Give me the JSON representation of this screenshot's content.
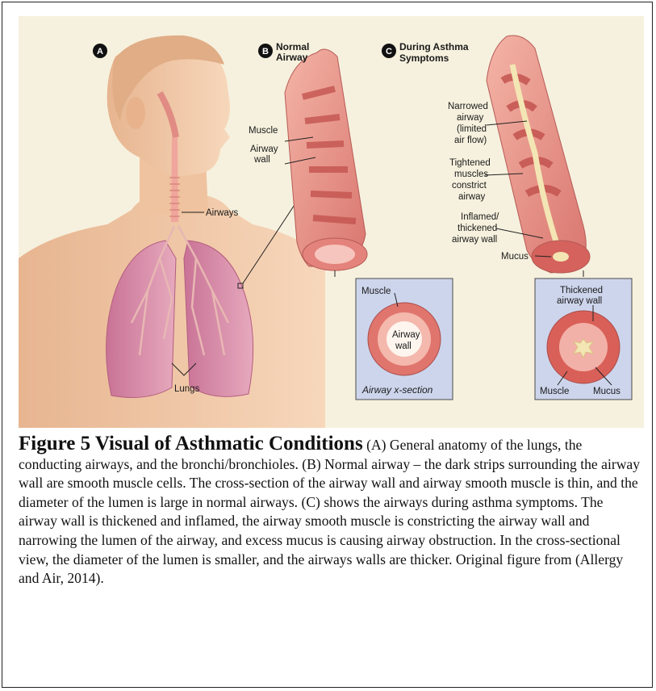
{
  "figure": {
    "badges": {
      "a": "A",
      "b": "B",
      "c": "C"
    },
    "panel_b_title": [
      "Normal",
      "Airway"
    ],
    "panel_c_title": [
      "During Asthma",
      "Symptoms"
    ],
    "labels": {
      "muscle": "Muscle",
      "airway_wall": [
        "Airway",
        "wall"
      ],
      "airways": "Airways",
      "lungs": "Lungs",
      "narrowed": [
        "Narrowed",
        "airway",
        "(limited",
        "air flow)"
      ],
      "tightened": [
        "Tightened",
        "muscles",
        "constrict",
        "airway"
      ],
      "inflamed": [
        "Inflamed/",
        "thickened",
        "airway wall"
      ],
      "mucus": "Mucus",
      "normal_xsec_muscle": "Muscle",
      "normal_xsec_wall": [
        "Airway",
        "wall"
      ],
      "normal_xsec_caption": "Airway x-section",
      "asthma_xsec_thickened": [
        "Thickened",
        "airway wall"
      ],
      "asthma_xsec_muscle": "Muscle",
      "asthma_xsec_mucus": "Mucus"
    }
  },
  "caption": {
    "title": "Figure 5 Visual of Asthmatic Conditions",
    "body": " (A) General anatomy of the lungs, the conducting airways, and the bronchi/bronchioles. (B) Normal airway – the dark strips surrounding the airway wall are smooth muscle cells. The cross-section of the airway wall and airway smooth muscle is thin, and the diameter of the lumen is large in normal airways. (C) shows the airways during asthma symptoms. The airway wall is thickened and inflamed, the airway smooth muscle is constricting the airway wall and narrowing the lumen of the airway, and excess mucus is causing airway obstruction. In the cross-sectional view, the diameter of the lumen is smaller, and the airways walls are thicker. Original figure from (Allergy and Air, 2014)."
  },
  "colors": {
    "background": "#f6f1de",
    "skin": "#f2c9a6",
    "lung": "#d98aa6",
    "muscle": "#c95f5c",
    "wall": "#e99a90",
    "mucus": "#f3e6b4"
  }
}
